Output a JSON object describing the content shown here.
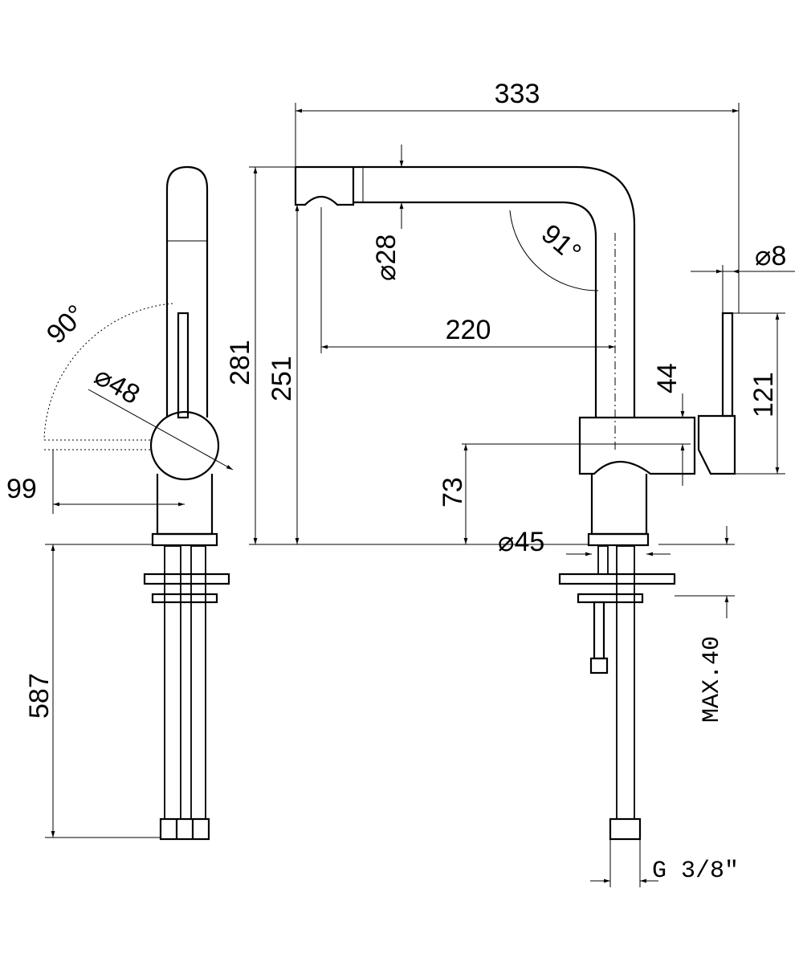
{
  "dimensions": {
    "overall_width": "333",
    "spout_diameter": "⌀28",
    "spout_angle": "91°",
    "lever_diameter": "⌀8",
    "spout_reach": "220",
    "total_height": "281",
    "spout_height": "251",
    "body_height": "44",
    "lever_height": "121",
    "body_base_height": "73",
    "base_diameter": "⌀45",
    "max_deck_thickness": "MAX.40",
    "connection_thread": "G 3/8\"",
    "lever_rotation": "90°",
    "body_diameter": "⌀48",
    "lever_offset": "99",
    "hose_length": "587"
  }
}
